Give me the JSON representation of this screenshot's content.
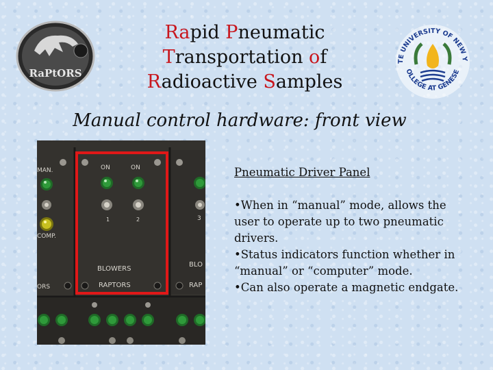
{
  "title": {
    "line1": [
      {
        "hl": "Ra",
        "rest": "pid "
      },
      {
        "hl": "P",
        "rest": "neumatic"
      }
    ],
    "line2": [
      {
        "hl": "T",
        "rest": "ransportation "
      },
      {
        "hl": "o",
        "rest": "f"
      }
    ],
    "line3": [
      {
        "hl": "R",
        "rest": "adioactive "
      },
      {
        "hl": "S",
        "rest": "amples"
      }
    ]
  },
  "subtitle": "Manual control hardware: front view",
  "logos": {
    "left_text": "RaPtORS",
    "right_top": "STATE UNIVERSITY OF NEW YORK",
    "right_bottom": "COLLEGE AT GENESEO"
  },
  "photo_labels": {
    "man": "MAN.",
    "comp": "COMP.",
    "on1": "ON",
    "on2": "ON",
    "num1": "1",
    "num2": "2",
    "num3": "3",
    "blowers": "BLOWERS",
    "raptors": "RAPTORS",
    "blo": "BLO",
    "rap": "RAP",
    "ors": "ORS"
  },
  "text_panel": {
    "heading": "Pneumatic Driver Panel",
    "bullets": [
      "•When in “manual” mode, allows the user to operate up to two pneumatic drivers.",
      "•Status indicators function whether in “manual” or “computer” mode.",
      "•Can also operate a magnetic endgate."
    ]
  },
  "colors": {
    "title_highlight": "#c8161d",
    "highlight_box": "#e01818",
    "led_green": "#2f9a3a",
    "led_yellow": "#c8c020"
  }
}
